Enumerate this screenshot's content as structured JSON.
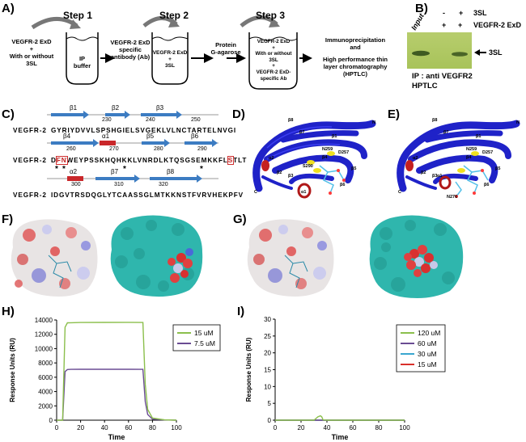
{
  "panel_labels": {
    "A": "A)",
    "B": "B)",
    "C": "C)",
    "D": "D)",
    "E": "E)",
    "F": "F)",
    "G": "G)",
    "H": "H)",
    "I": "I)"
  },
  "panelA": {
    "steps": [
      "Step 1",
      "Step 2",
      "Step 3"
    ],
    "left_text": [
      "VEGFR-2 ExD",
      "+",
      "With  or without",
      "3SL"
    ],
    "ip_buffer": [
      "IP",
      "buffer"
    ],
    "antibody": [
      "VEGFR-2 ExD",
      "specific",
      "antibody (Ab)"
    ],
    "tube2": [
      "VEGFR-2  ExD",
      "+",
      "3SL"
    ],
    "protein": [
      "Protein",
      "G-agarose"
    ],
    "tube3": [
      "VEGFR-2  ExD",
      "+",
      "With or without",
      "3SL",
      "+",
      "VEGFR-2  ExD-",
      "specific Ab"
    ],
    "result": [
      "Immunoprecipitation",
      "and",
      "High performance thin",
      "layer chromatography",
      "(HPTLC)"
    ]
  },
  "panelB": {
    "input": "Input",
    "row1_signs": [
      "-",
      "+"
    ],
    "row1_label": "3SL",
    "row2_signs": [
      "+",
      "+"
    ],
    "row2_label": "VEGFR-2 ExD",
    "band_label": "3SL",
    "caption": [
      "IP : anti VEGFR2",
      "HPTLC"
    ]
  },
  "panelC": {
    "row1": {
      "ss_labels": [
        "β1",
        "β2",
        "β3"
      ],
      "nums": [
        "230",
        "240",
        "250"
      ],
      "name": "VEGFR-2",
      "seq": "GYRIYDVVLSPSHGIELSVGEKLVLNCTARTELNVGI"
    },
    "row2": {
      "ss_labels": [
        "β4",
        "α1",
        "β5",
        "β6"
      ],
      "nums": [
        "260",
        "270",
        "280",
        "290"
      ],
      "name": "VEGFR-2",
      "seq_a": "D",
      "seq_b": "FN",
      "seq_c": "WEYPSSKHQHKKLVNRDLKTQSGSEMKKFL",
      "seq_d": "S",
      "seq_e": "TLT",
      "stars": [
        "*",
        "*",
        "*",
        "*"
      ]
    },
    "row3": {
      "ss_labels": [
        "α2",
        "β7",
        "β8"
      ],
      "nums": [
        "300",
        "310",
        "320"
      ],
      "name": "VEGFR-2",
      "seq": "IDGVTRSDQGLYTCAASSGLMTKKNSTFVRVHEKPFV"
    }
  },
  "panelD": {
    "labels": [
      "β8",
      "β7",
      "β1",
      "N259",
      "D257",
      "β4",
      "S290",
      "β3",
      "β5",
      "β6",
      "α2",
      "β2",
      "α1",
      "N",
      "C"
    ]
  },
  "panelE": {
    "labels": [
      "β8",
      "β7",
      "β1",
      "N259",
      "D257",
      "β4",
      "β3",
      "β5",
      "β6",
      "α2",
      "β2",
      "α1",
      "N276",
      "N",
      "C"
    ]
  },
  "chart_data": [
    {
      "panel": "H",
      "type": "line",
      "xlabel": "Time",
      "ylabel": "Response Units (RU)",
      "xlim": [
        0,
        100
      ],
      "ylim": [
        0,
        14000
      ],
      "x_ticks": [
        "0",
        "20",
        "40",
        "60",
        "80",
        "100"
      ],
      "y_ticks": [
        "0",
        "2000",
        "4000",
        "6000",
        "8000",
        "10000",
        "12000",
        "14000"
      ],
      "legend_position": "top-right",
      "series": [
        {
          "name": "15 uM",
          "color": "#8bbf4c",
          "x": [
            0,
            5,
            7,
            9,
            12,
            20,
            40,
            60,
            72,
            74,
            76,
            80,
            90,
            100
          ],
          "y": [
            0,
            0,
            13000,
            13600,
            13620,
            13650,
            13660,
            13670,
            13650,
            5000,
            1500,
            300,
            50,
            0
          ]
        },
        {
          "name": "7.5 uM",
          "color": "#6a4c93",
          "x": [
            0,
            5,
            7,
            9,
            12,
            20,
            40,
            60,
            72,
            74,
            76,
            80,
            90,
            100
          ],
          "y": [
            0,
            0,
            6800,
            7080,
            7100,
            7110,
            7110,
            7110,
            7100,
            2600,
            800,
            150,
            30,
            0
          ]
        }
      ]
    },
    {
      "panel": "I",
      "type": "line",
      "xlabel": "Time",
      "ylabel": "Response Units (RU)",
      "xlim": [
        0,
        100
      ],
      "ylim": [
        0,
        30
      ],
      "x_ticks": [
        "0",
        "20",
        "40",
        "60",
        "80",
        "100"
      ],
      "y_ticks": [
        "0",
        "5",
        "10",
        "15",
        "20",
        "25",
        "30"
      ],
      "legend_position": "top-right",
      "series": [
        {
          "name": "120 uM",
          "color": "#8bbf4c",
          "x": [
            0,
            30,
            33,
            35,
            36,
            37,
            40,
            100
          ],
          "y": [
            0,
            0,
            1.0,
            1.3,
            1.0,
            0.1,
            0,
            0
          ]
        },
        {
          "name": "60 uM",
          "color": "#6a4c93",
          "x": [
            0,
            100
          ],
          "y": [
            0,
            0
          ]
        },
        {
          "name": "30 uM",
          "color": "#3aa6d0",
          "x": [
            0,
            100
          ],
          "y": [
            0,
            0
          ]
        },
        {
          "name": "15 uM",
          "color": "#d9302a",
          "x": [
            0,
            100
          ],
          "y": [
            0,
            0
          ]
        }
      ]
    }
  ]
}
